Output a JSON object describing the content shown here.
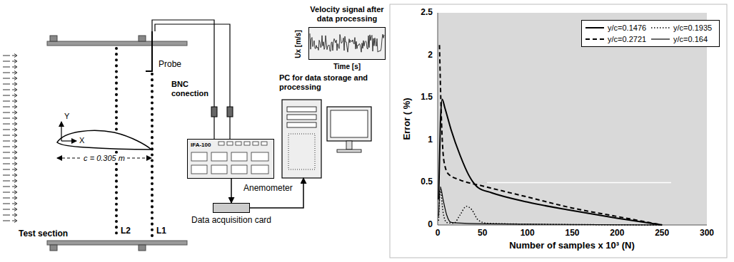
{
  "diagram": {
    "nodes": [
      {
        "text": [
          "Velocity signal after data processing"
        ]
      },
      {
        "text": [
          "PC for data storage and processing"
        ]
      },
      {
        "text": [
          "IFA-100",
          "Anemometer"
        ]
      },
      {
        "text": [
          "Data acquisition card"
        ]
      }
    ],
    "edges": [
      {
        "from": 2,
        "to": 3,
        "arrow": "to"
      },
      {
        "from": 3,
        "to": 1,
        "arrow": "to"
      }
    ],
    "labels": [
      "Ux [m/s]",
      "Time [s]",
      "BNC conection",
      "Probe",
      "Y",
      "X",
      "c = 0.305 m",
      "Test section",
      "L2",
      "L1",
      "2.5",
      "2",
      "1.5",
      "1",
      "0.5",
      "0",
      "0",
      "50",
      "100",
      "150",
      "200",
      "250",
      "300",
      "Error ( %)",
      "Number of samples x 10³ (N)"
    ],
    "legend": [
      {
        "text": "y/c=0.1476"
      },
      {
        "text": "y/c=0.1935"
      },
      {
        "text": "y/c=0.2721"
      },
      {
        "text": "y/c=0.164"
      }
    ]
  }
}
